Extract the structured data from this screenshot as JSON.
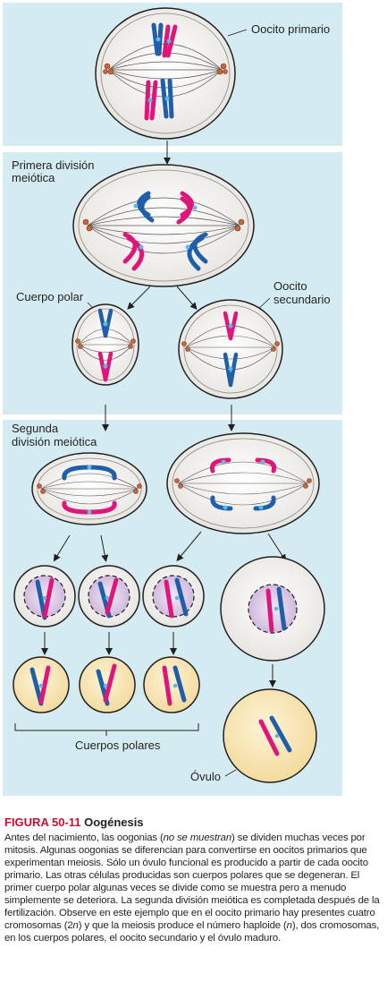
{
  "labels": {
    "primary_oocyte": "Oocito primario",
    "first_division_line1": "Primera división",
    "first_division_line2": "meiótica",
    "polar_body": "Cuerpo polar",
    "secondary_oocyte_line1": "Oocito",
    "secondary_oocyte_line2": "secundario",
    "second_division_line1": "Segunda",
    "second_division_line2": "división meiótica",
    "polar_bodies": "Cuerpos polares",
    "ovum": "Óvulo"
  },
  "caption": {
    "figure_number": "FIGURA 50-11",
    "title": "Oogénesis",
    "text_before_italic": "Antes del nacimiento, las oogonias (",
    "italic_1": "no se muestran",
    "text_after_italic": ") se dividen muchas veces por mitosis. Algunas oogonias se diferencian para convertirse en oocitos primarios que experimentan meiosis. Sólo un óvulo funcional es producido a partir de cada oocito primario. Las otras células producidas son cuerpos polares que se degeneran. El primer cuerpo polar algunas veces se divide como se muestra pero a menudo simplemente se deteriora. La segunda división meiótica es completada después de la fertilización. Observe en este ejemplo que en el oocito primario hay presentes cuatro cromosomas (2",
    "italic_2n": "n",
    "text_middle": ") y que la meiosis produce el número haploide (",
    "italic_n": "n",
    "text_end": "), dos cromosomas, en los cuerpos polares, el oocito secundario y el óvulo maduro."
  },
  "colors": {
    "panel_bg": "#d4ecf1",
    "cell_fill": "#f2f0ec",
    "ovum_fill": "#f7e6b5",
    "chromosome_blue": "#1f5faa",
    "chromosome_pink": "#e0157a",
    "centromere": "#5db8e3",
    "centriole": "#c6663c",
    "figure_number_red": "#c8102e"
  },
  "icons": [
    "primary-oocyte-cell",
    "secondary-oocyte-cell",
    "polar-body-cell",
    "ovum-cell",
    "down-arrow"
  ]
}
